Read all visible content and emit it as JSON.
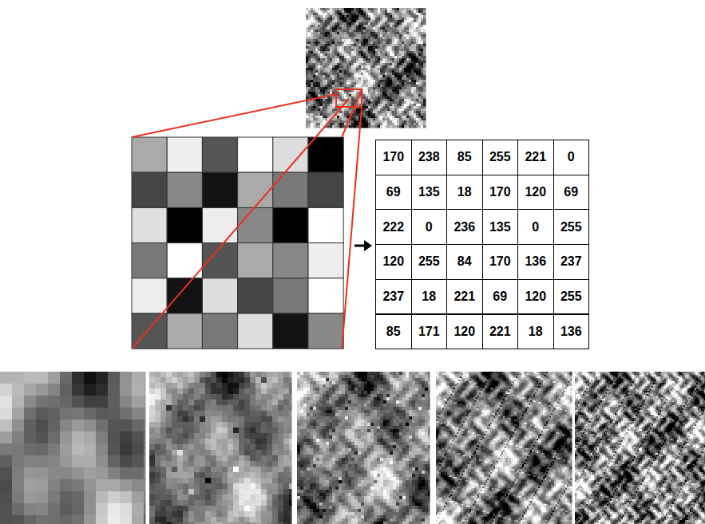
{
  "diagram": {
    "labels": [
      "170",
      "238",
      "85",
      "255",
      "221",
      "0",
      "69",
      "135",
      "18",
      "170",
      "120",
      "69",
      "222",
      "0",
      "236",
      "135",
      "0",
      "255",
      "120",
      "255",
      "84",
      "170",
      "136",
      "237",
      "237",
      "18",
      "221",
      "69",
      "120",
      "255",
      "85",
      "171",
      "120",
      "221",
      "18",
      "136"
    ]
  }
}
